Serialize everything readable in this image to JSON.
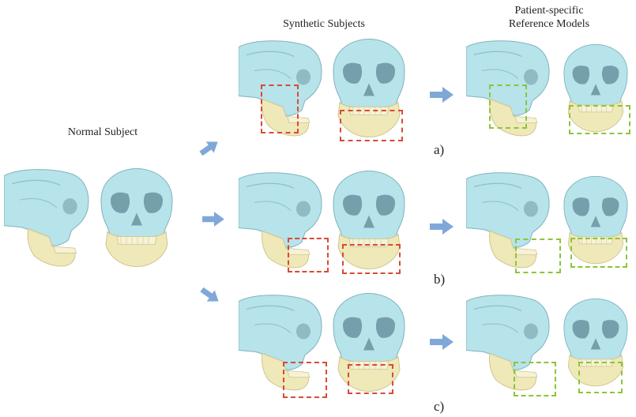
{
  "headers": {
    "normal": "Normal Subject",
    "synthetic": "Synthetic Subjects",
    "reference_line1": "Patient-specific",
    "reference_line2": "Reference Models"
  },
  "rows": [
    {
      "label": "a)",
      "highlight_synthetic": "#d94a35",
      "highlight_reference": "#8cc43a"
    },
    {
      "label": "b)",
      "highlight_synthetic": "#d94a35",
      "highlight_reference": "#8cc43a"
    },
    {
      "label": "c)",
      "highlight_synthetic": "#d94a35",
      "highlight_reference": "#8cc43a"
    }
  ],
  "colors": {
    "skull": "#b7e3ea",
    "skull_shadow": "#7fb3bd",
    "jaw": "#efe8b8",
    "jaw_shadow": "#cfc690",
    "arrow": "#7fa8d8"
  }
}
